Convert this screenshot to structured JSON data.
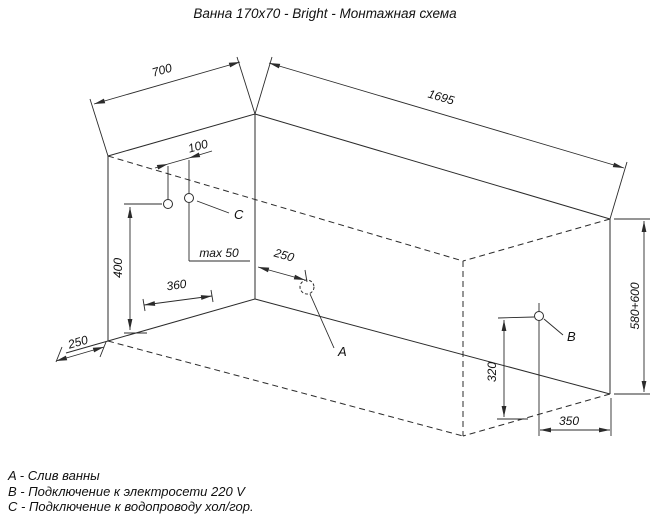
{
  "title": "Ванна 170x70 - Bright - Монтажная схема",
  "diagram": {
    "dims": {
      "width": "700",
      "length": "1695",
      "height_range": "580+600",
      "pipes_spacing": "100",
      "pipes_depth": "max 50",
      "drain_offset_length": "250",
      "pipes_height": "400",
      "drain_offset_width": "360",
      "corner_offset": "250",
      "socket_height": "320",
      "socket_offset": "350"
    },
    "labels": {
      "drain": "A",
      "power": "B",
      "water": "C"
    }
  },
  "legend": {
    "items": [
      "A - Слив ванны",
      "B - Подключение к электросети 220 V",
      "C - Подключение к водопроводу хол/гор."
    ]
  }
}
